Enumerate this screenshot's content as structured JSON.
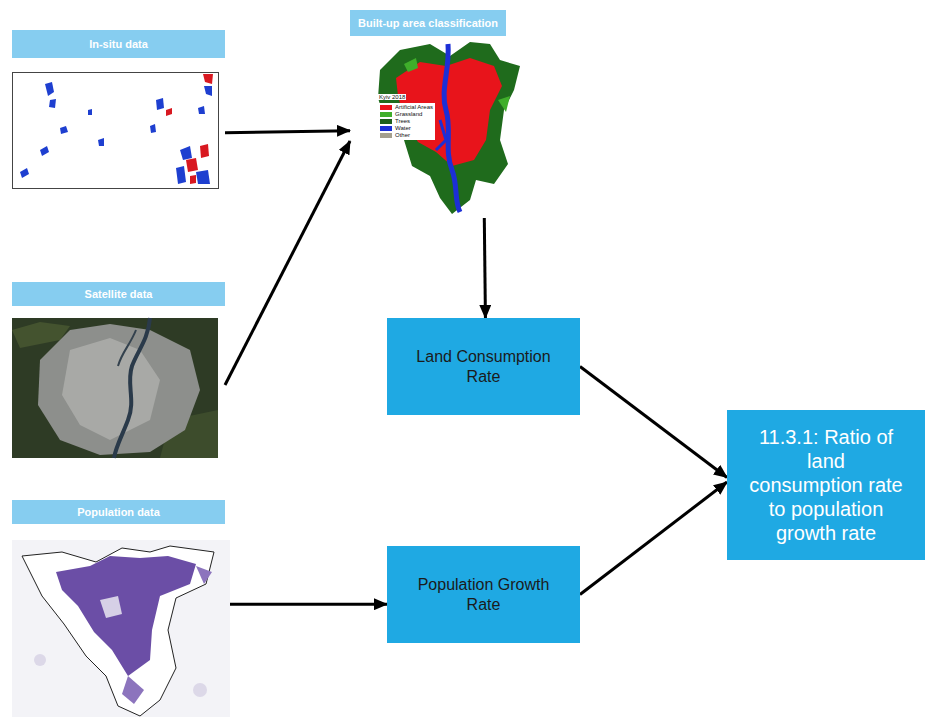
{
  "diagram": {
    "nodes": [
      {
        "text": [
          "In-situ data"
        ]
      },
      {
        "text": [
          "Satellite data"
        ]
      },
      {
        "text": [
          "Population data"
        ]
      },
      {
        "text": [
          "Built-up area classification"
        ]
      },
      {
        "text": [
          "Land Consumption Rate"
        ]
      },
      {
        "text": [
          "Population Growth Rate"
        ]
      },
      {
        "text": [
          "11.3.1: Ratio of land consumption rate to population growth rate"
        ]
      }
    ],
    "edges": [
      {
        "from": 0,
        "to": 3,
        "arrow": "to"
      },
      {
        "from": 1,
        "to": 3,
        "arrow": "to"
      },
      {
        "from": 3,
        "to": 4,
        "arrow": "to"
      },
      {
        "from": 4,
        "to": 6,
        "arrow": "to"
      },
      {
        "from": 2,
        "to": 5,
        "arrow": "to"
      },
      {
        "from": 5,
        "to": 6,
        "arrow": "to"
      }
    ],
    "labels": [
      "Kyiv 2018"
    ],
    "legend": [
      {
        "text": "Artificial Areas",
        "color": "#e8141b"
      },
      {
        "text": "Grassland",
        "color": "#3fae2a"
      },
      {
        "text": "Trees",
        "color": "#1d5e1a"
      },
      {
        "text": "Water",
        "color": "#1c2fd6"
      },
      {
        "text": "Other",
        "color": "#a49f8e"
      }
    ]
  }
}
